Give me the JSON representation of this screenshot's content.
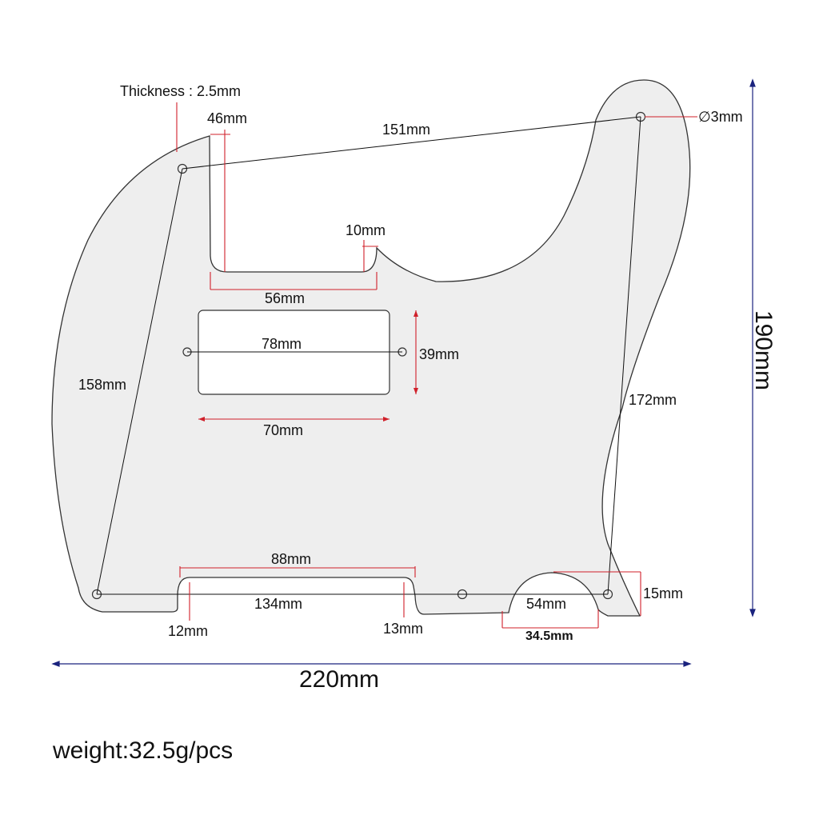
{
  "labels": {
    "thickness": "Thickness : 2.5mm",
    "top_left_hole_offset": "46mm",
    "top_span": "151mm",
    "hole_diameter": "∅3mm",
    "notch_depth": "10mm",
    "neck_width": "56mm",
    "pickup_mount_span": "78mm",
    "pickup_height": "39mm",
    "pickup_width": "70mm",
    "left_span": "158mm",
    "right_span": "172mm",
    "bridge_slot_width": "88mm",
    "bottom_span": "134mm",
    "cutout_width": "54mm",
    "cutout_depth": "15mm",
    "slot_left_offset": "12mm",
    "slot_right_offset": "13mm",
    "cutout_opening": "34.5mm",
    "total_width": "220mm",
    "total_height": "190mm"
  },
  "weight": "weight:32.5g/pcs",
  "colors": {
    "plate_fill": "#eeeeee",
    "outline": "#333333",
    "dimension_red": "#d0202a",
    "dimension_blue": "#1a237e"
  }
}
